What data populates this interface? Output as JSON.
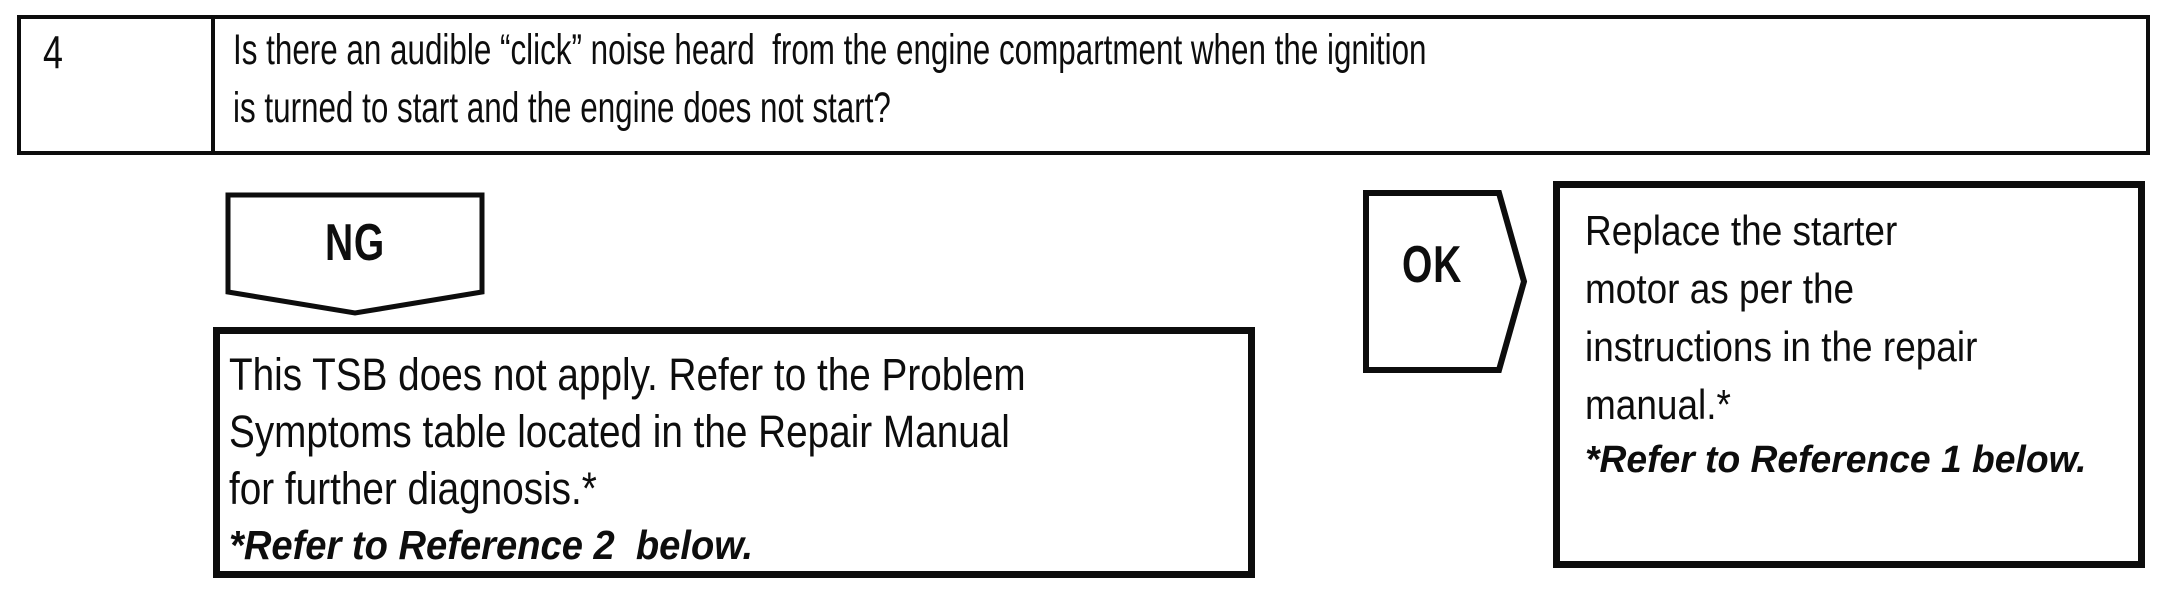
{
  "colors": {
    "ink": "#0d0d0d",
    "background": "#ffffff"
  },
  "question_table": {
    "row_number": "4",
    "question": "Is there an audible “click” noise heard  from the engine compartment when the ignition\nis turned to start and the engine does not start?"
  },
  "ng_branch": {
    "label": "NG",
    "result_text": "This TSB does not apply. Refer to the Problem\nSymptoms table located in the Repair Manual\nfor further diagnosis.*",
    "reference_note": "*Refer to Reference 2  below."
  },
  "ok_branch": {
    "label": "OK",
    "result_text": "Replace the starter\nmotor as per the\ninstructions in the repair\nmanual.*",
    "reference_note": "*Refer to Reference 1 below."
  }
}
